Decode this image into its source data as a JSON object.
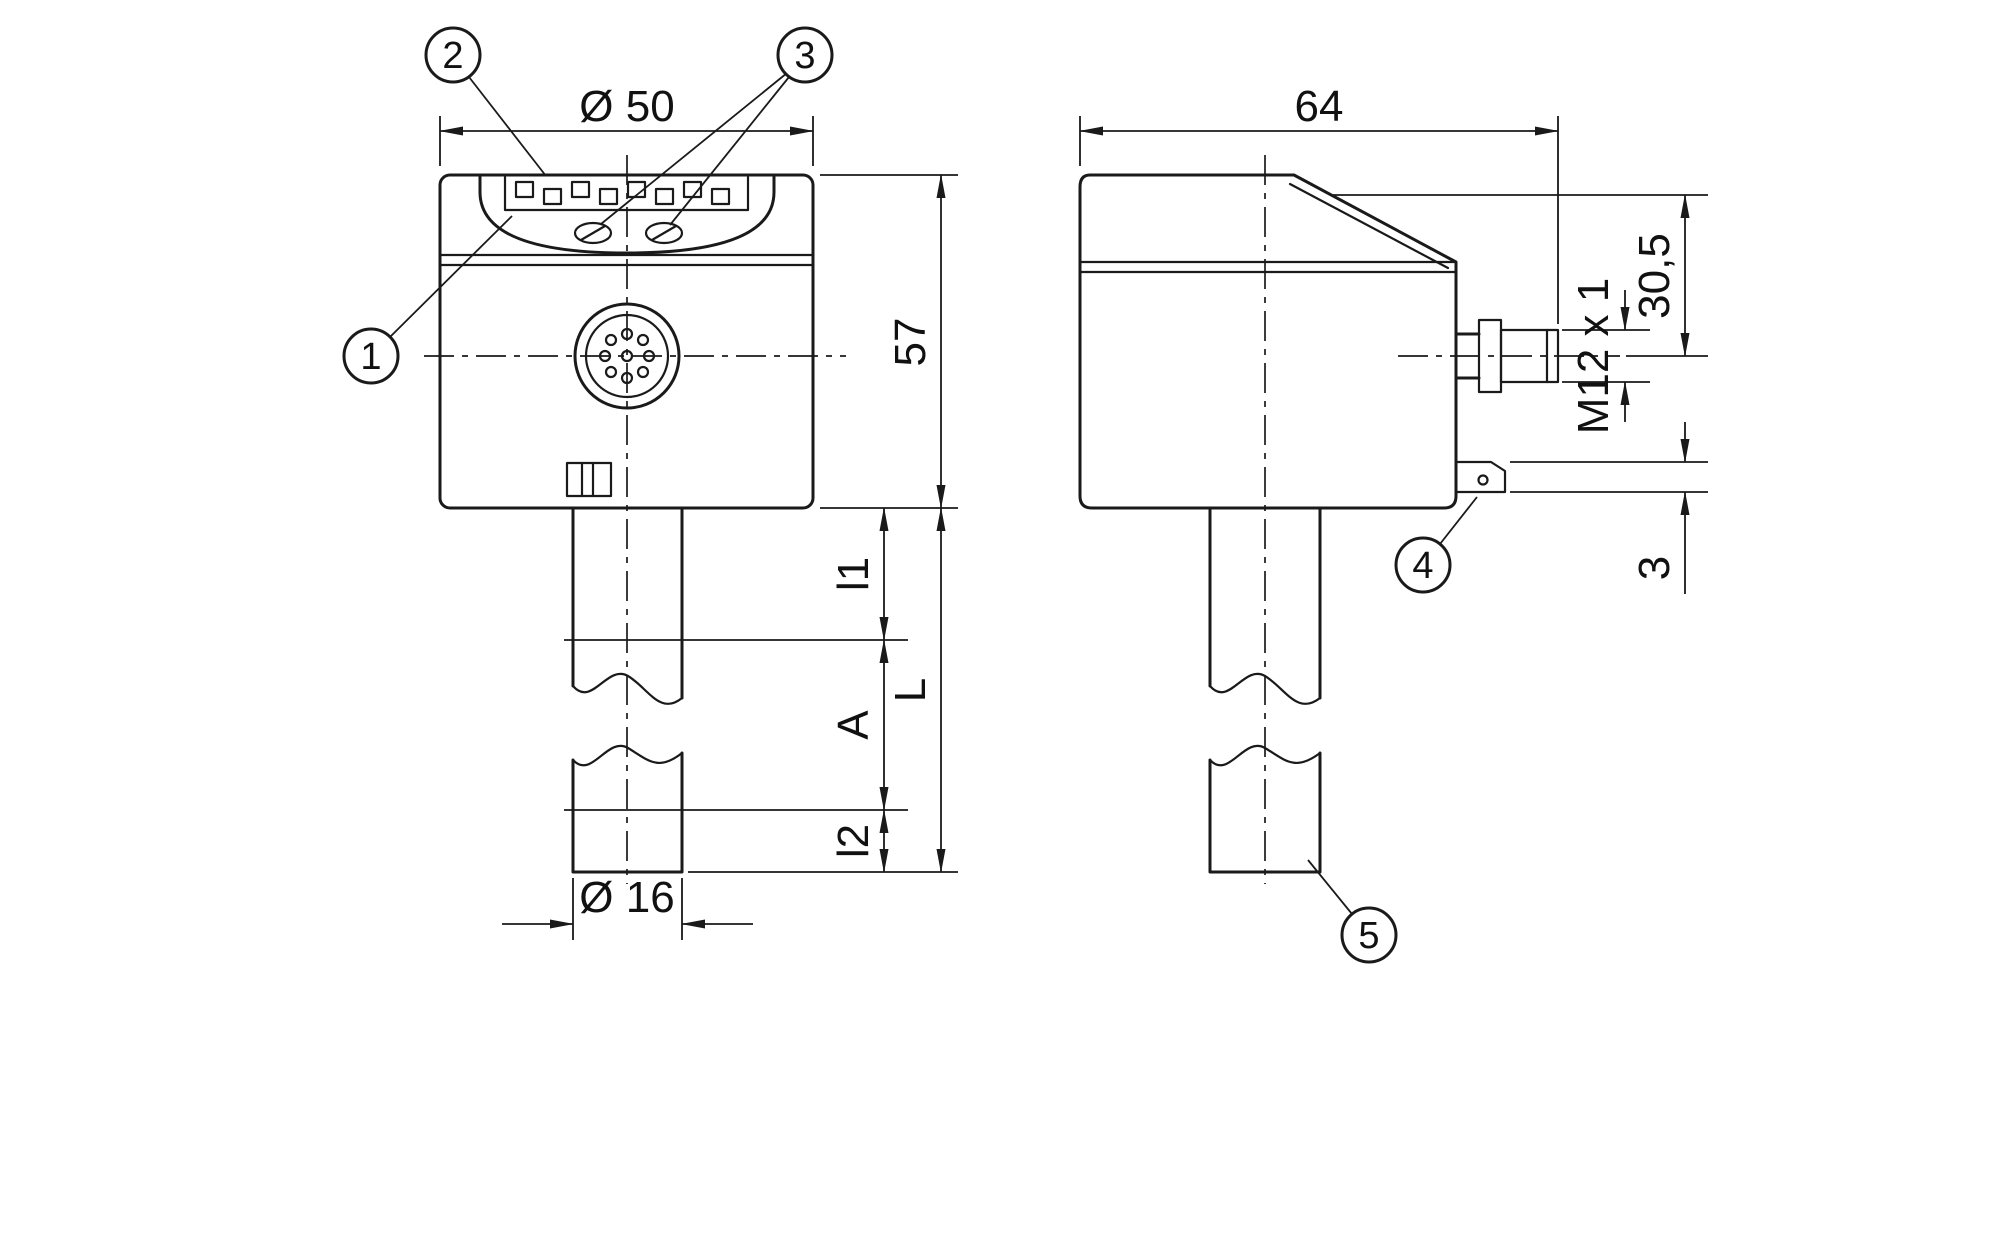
{
  "drawing": {
    "front_view": {
      "dim_head_diameter": "Ø 50",
      "dim_head_height": "57",
      "dim_l1": "l1",
      "dim_a": "A",
      "dim_total_length": "L",
      "dim_l2": "l2",
      "dim_probe_diameter": "Ø 16"
    },
    "side_view": {
      "dim_depth": "64",
      "dim_connector_offset": "30,5",
      "dim_thread": "M12 x 1",
      "dim_tab_height": "3"
    },
    "balloons": {
      "b1": "1",
      "b2": "2",
      "b3": "3",
      "b4": "4",
      "b5": "5"
    },
    "colors": {
      "line": "#1a1a1a",
      "background": "#ffffff"
    }
  }
}
